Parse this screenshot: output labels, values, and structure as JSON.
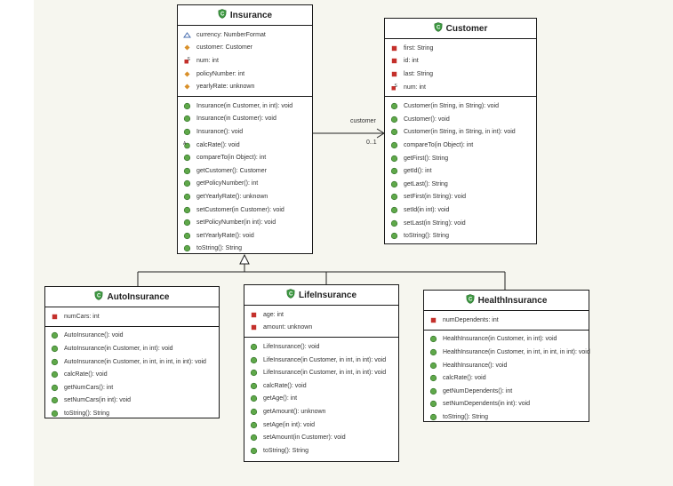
{
  "classes": {
    "insurance": {
      "name": "Insurance",
      "fields": [
        {
          "icon": "static-field-icon",
          "text": "currency: NumberFormat"
        },
        {
          "icon": "protected-field-icon",
          "text": "customer: Customer"
        },
        {
          "icon": "private-static-field-icon",
          "text": "num: int"
        },
        {
          "icon": "protected-field-icon",
          "text": "policyNumber: int"
        },
        {
          "icon": "protected-field-icon",
          "text": "yearlyRate: unknown"
        }
      ],
      "methods": [
        {
          "icon": "public-method-icon",
          "text": "Insurance(in Customer, in int): void"
        },
        {
          "icon": "public-method-icon",
          "text": "Insurance(in Customer): void"
        },
        {
          "icon": "public-method-icon",
          "text": "Insurance(): void"
        },
        {
          "icon": "abstract-method-icon",
          "text": "calcRate(): void"
        },
        {
          "icon": "public-method-icon",
          "text": "compareTo(in Object): int"
        },
        {
          "icon": "public-method-icon",
          "text": "getCustomer(): Customer"
        },
        {
          "icon": "public-method-icon",
          "text": "getPolicyNumber(): int"
        },
        {
          "icon": "public-method-icon",
          "text": "getYearlyRate(): unknown"
        },
        {
          "icon": "public-method-icon",
          "text": "setCustomer(in Customer): void"
        },
        {
          "icon": "public-method-icon",
          "text": "setPolicyNumber(in int): void"
        },
        {
          "icon": "public-method-icon",
          "text": "setYearlyRate(): void"
        },
        {
          "icon": "public-method-icon",
          "text": "toString(): String"
        }
      ]
    },
    "customer": {
      "name": "Customer",
      "fields": [
        {
          "icon": "private-field-icon",
          "text": "first: String"
        },
        {
          "icon": "private-field-icon",
          "text": "id: int"
        },
        {
          "icon": "private-field-icon",
          "text": "last: String"
        },
        {
          "icon": "private-static-field-icon",
          "text": "num: int"
        }
      ],
      "methods": [
        {
          "icon": "public-method-icon",
          "text": "Customer(in String, in String): void"
        },
        {
          "icon": "public-method-icon",
          "text": "Customer(): void"
        },
        {
          "icon": "public-method-icon",
          "text": "Customer(in String, in String, in int): void"
        },
        {
          "icon": "public-method-icon",
          "text": "compareTo(in Object): int"
        },
        {
          "icon": "public-method-icon",
          "text": "getFirst(): String"
        },
        {
          "icon": "public-method-icon",
          "text": "getId(): int"
        },
        {
          "icon": "public-method-icon",
          "text": "getLast(): String"
        },
        {
          "icon": "public-method-icon",
          "text": "setFirst(in String): void"
        },
        {
          "icon": "public-method-icon",
          "text": "setId(in int): void"
        },
        {
          "icon": "public-method-icon",
          "text": "setLast(in String): void"
        },
        {
          "icon": "public-method-icon",
          "text": "toString(): String"
        }
      ]
    },
    "auto": {
      "name": "AutoInsurance",
      "fields": [
        {
          "icon": "private-field-icon",
          "text": "numCars: int"
        }
      ],
      "methods": [
        {
          "icon": "public-method-icon",
          "text": "AutoInsurance(): void"
        },
        {
          "icon": "public-method-icon",
          "text": "AutoInsurance(in Customer, in int): void"
        },
        {
          "icon": "public-method-icon",
          "text": "AutoInsurance(in Customer, in int, in int, in int): void"
        },
        {
          "icon": "public-method-icon",
          "text": "calcRate(): void"
        },
        {
          "icon": "public-method-icon",
          "text": "getNumCars(): int"
        },
        {
          "icon": "public-method-icon",
          "text": "setNumCars(in int): void"
        },
        {
          "icon": "public-method-icon",
          "text": "toString(): String"
        }
      ]
    },
    "life": {
      "name": "LifeInsurance",
      "fields": [
        {
          "icon": "private-field-icon",
          "text": "age: int"
        },
        {
          "icon": "private-field-icon",
          "text": "amount: unknown"
        }
      ],
      "methods": [
        {
          "icon": "public-method-icon",
          "text": "LifeInsurance(): void"
        },
        {
          "icon": "public-method-icon",
          "text": "LifeInsurance(in Customer, in int, in int): void"
        },
        {
          "icon": "public-method-icon",
          "text": "LifeInsurance(in Customer, in int, in int): void"
        },
        {
          "icon": "public-method-icon",
          "text": "calcRate(): void"
        },
        {
          "icon": "public-method-icon",
          "text": "getAge(): int"
        },
        {
          "icon": "public-method-icon",
          "text": "getAmount(): unknown"
        },
        {
          "icon": "public-method-icon",
          "text": "setAge(in int): void"
        },
        {
          "icon": "public-method-icon",
          "text": "setAmount(in Customer): void"
        },
        {
          "icon": "public-method-icon",
          "text": "toString(): String"
        }
      ]
    },
    "health": {
      "name": "HealthInsurance",
      "fields": [
        {
          "icon": "private-field-icon",
          "text": "numDependents: int"
        }
      ],
      "methods": [
        {
          "icon": "public-method-icon",
          "text": "HealthInsurance(in Customer, in int): void"
        },
        {
          "icon": "public-method-icon",
          "text": "HealthInsurance(in Customer, in int, in int, in int): void"
        },
        {
          "icon": "public-method-icon",
          "text": "HealthInsurance(): void"
        },
        {
          "icon": "public-method-icon",
          "text": "calcRate(): void"
        },
        {
          "icon": "public-method-icon",
          "text": "getNumDependents(): int"
        },
        {
          "icon": "public-method-icon",
          "text": "setNumDependents(in int): void"
        },
        {
          "icon": "public-method-icon",
          "text": "toString(): String"
        }
      ]
    }
  },
  "association": {
    "role": "customer",
    "multiplicity": "0..1"
  },
  "colors": {
    "method_green": "#5fa84a",
    "private_red": "#c4302b",
    "protected_orange": "#d9902a",
    "class_green": "#3f9a43"
  }
}
